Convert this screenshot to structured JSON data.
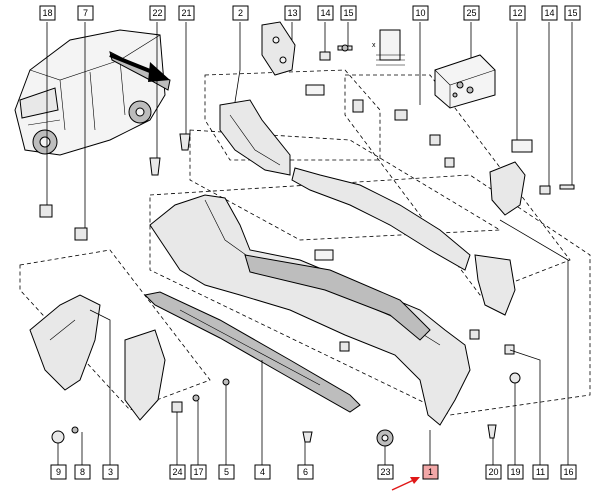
{
  "callouts": {
    "c18": "18",
    "c7": "7",
    "c22": "22",
    "c21": "21",
    "c2": "2",
    "c13": "13",
    "c14a": "14",
    "c15a": "15",
    "c10": "10",
    "c25": "25",
    "c12": "12",
    "c14b": "14",
    "c15b": "15",
    "c9": "9",
    "c8": "8",
    "c3": "3",
    "c24": "24",
    "c17": "17",
    "c5": "5",
    "c4": "4",
    "c6": "6",
    "c23": "23",
    "c1": "1",
    "c20": "20",
    "c19": "19",
    "c11": "11",
    "c16": "16"
  },
  "highlight_color": "#f2a7a7",
  "arrow_color": "#e01818"
}
